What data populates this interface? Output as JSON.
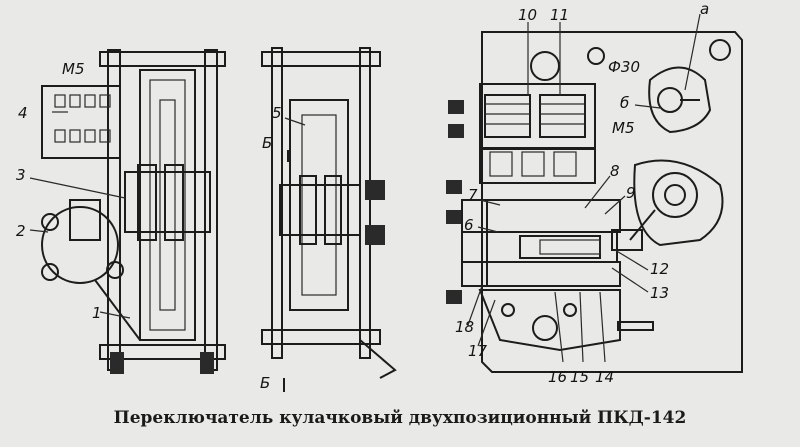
{
  "caption": "Переключатель кулачковый двухпозиционный ПКД-142",
  "labels": {
    "n1": "1",
    "n2": "2",
    "n3": "3",
    "n4": "4",
    "n5": "5",
    "n6": "6",
    "n7": "7",
    "n8": "8",
    "n9": "9",
    "n10": "10",
    "n11": "11",
    "n12": "12",
    "n13": "13",
    "n14": "14",
    "n15": "15",
    "n16": "16",
    "n17": "17",
    "n18": "18",
    "m5_left": "M5",
    "m5_right": "M5",
    "a": "a",
    "b_small": "б",
    "b_top": "Б",
    "b_bottom": "Б",
    "phi30": "Ф30"
  }
}
